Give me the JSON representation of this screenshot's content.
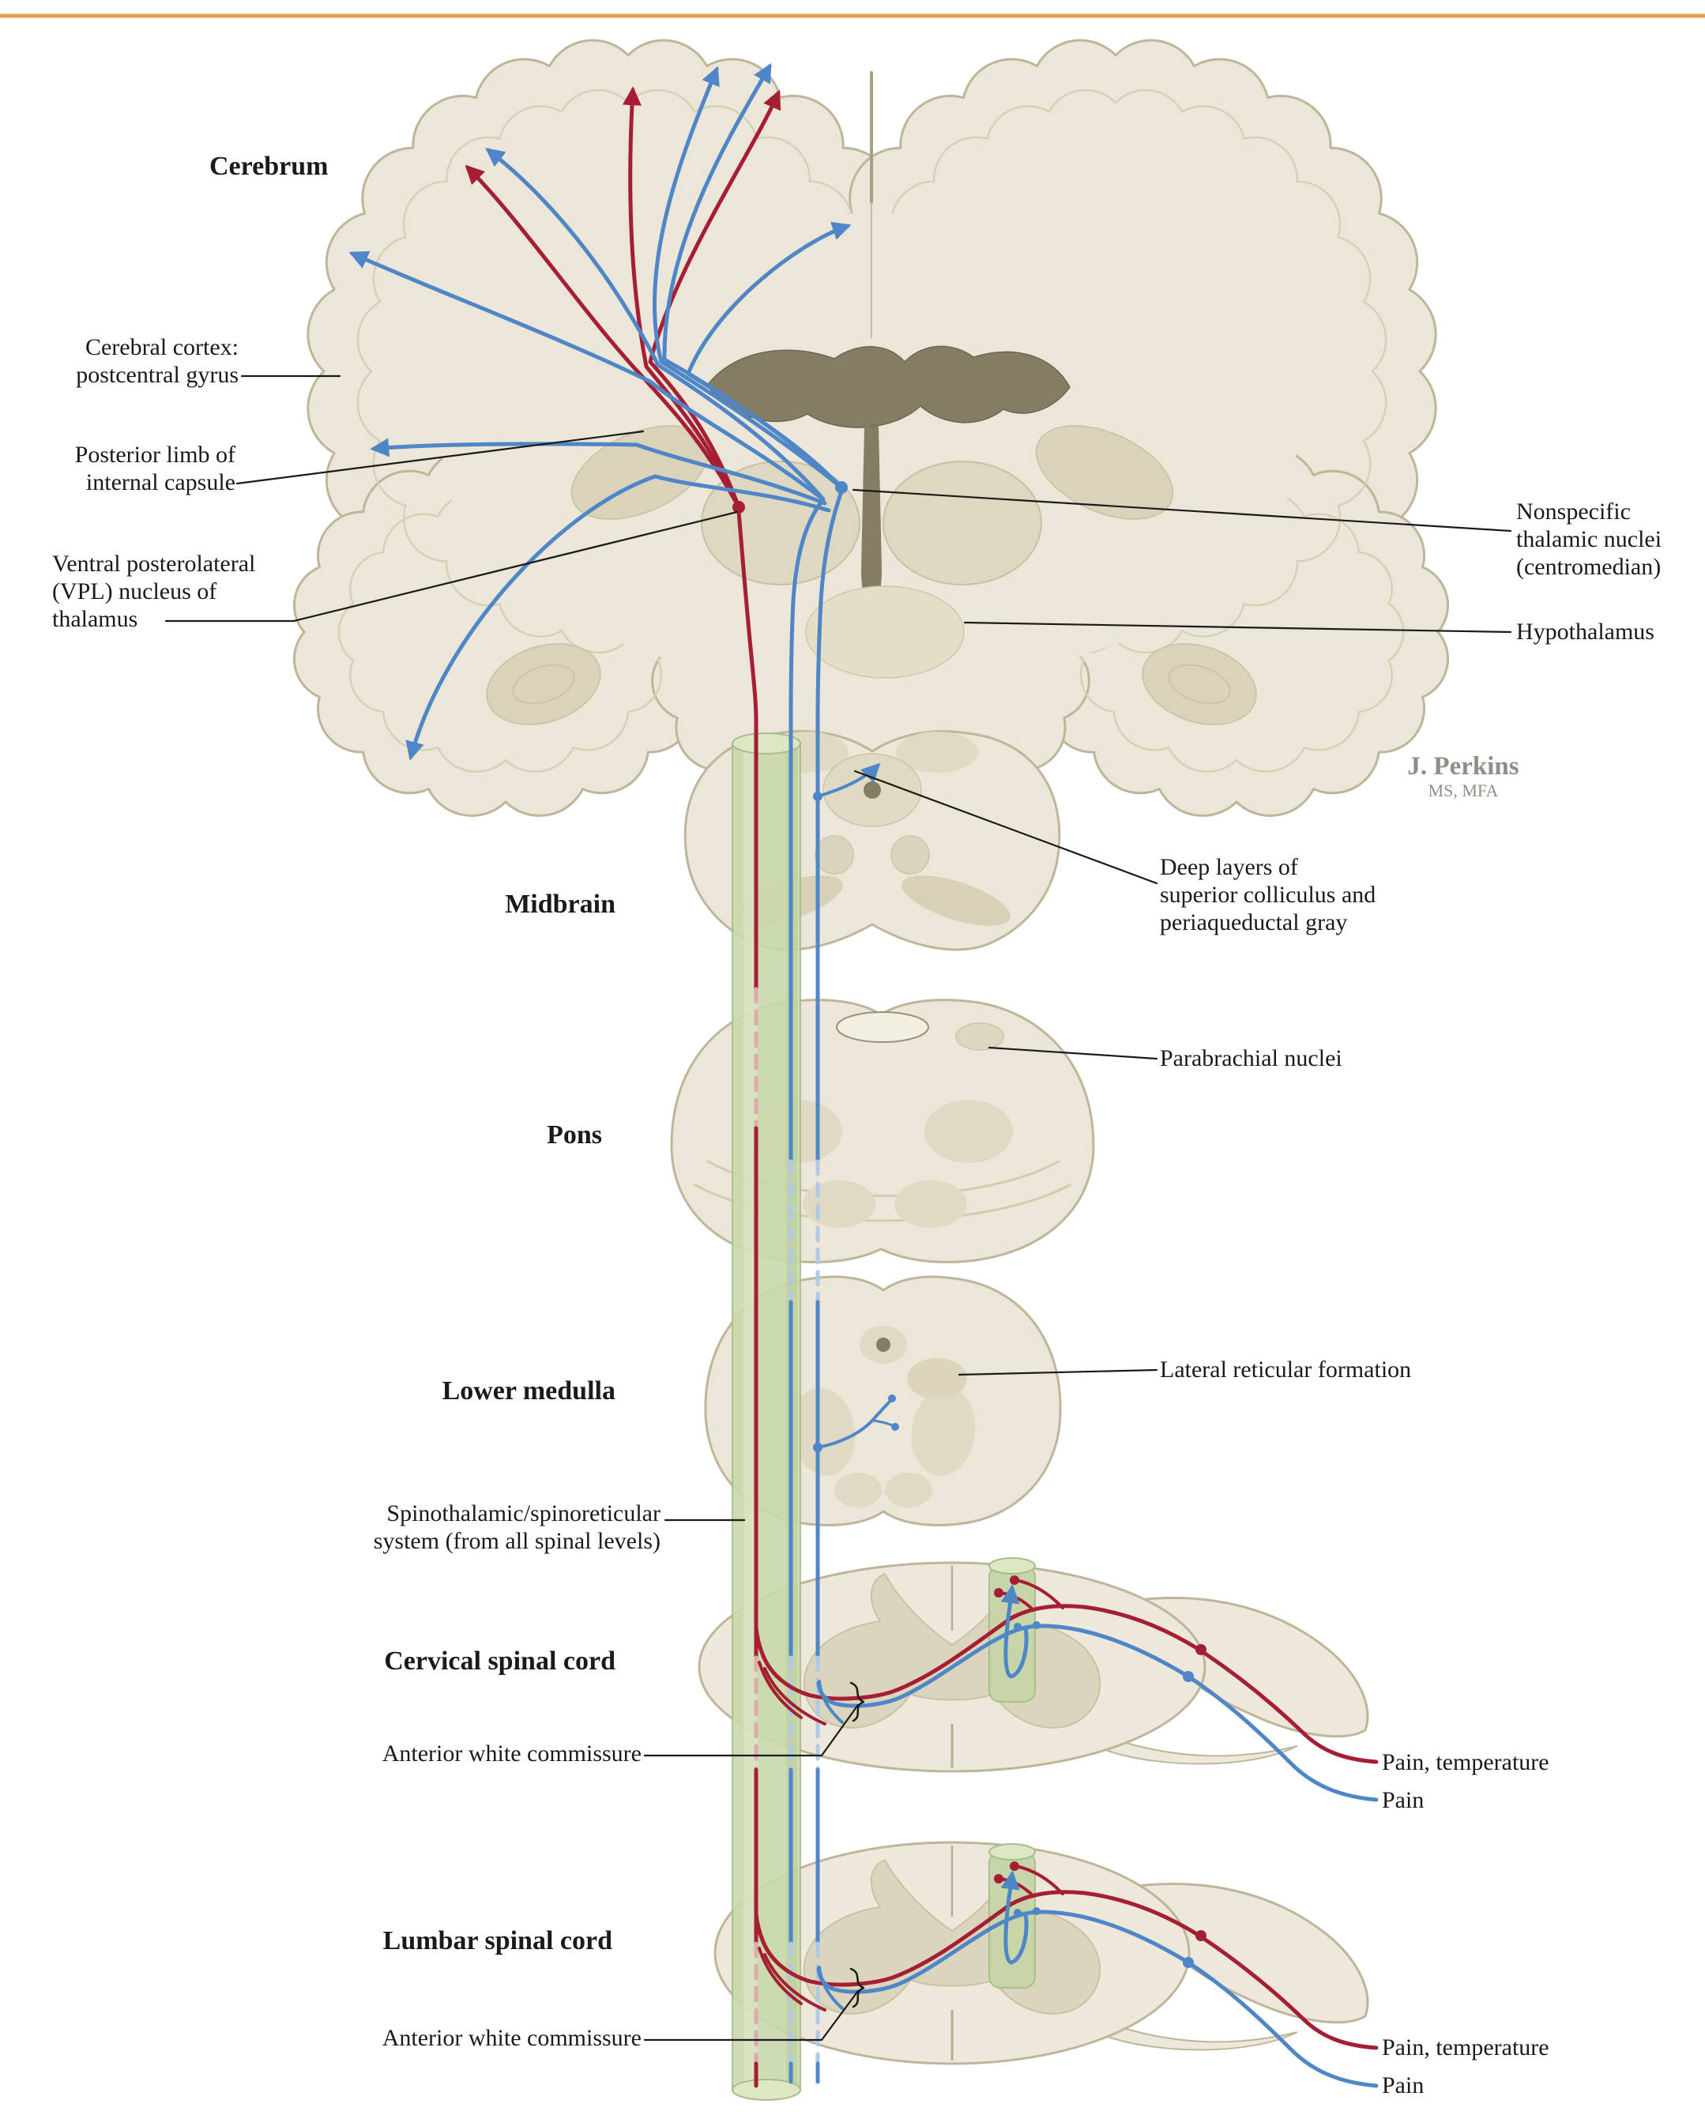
{
  "colors": {
    "top_rule": "#E8A04F",
    "pain_temp_red": "#A51E34",
    "pain_blue": "#4E86C8",
    "pale_red": "#DFA9AF",
    "pale_blue": "#AECAE6",
    "tissue": "#EBE6D7",
    "tissue_stroke": "#BEB69B",
    "tissue_deep": "#DCD5BD",
    "ventricle": "#857C64",
    "tube": "#C9D9AB",
    "tube_light": "#DCE7C4",
    "tube_stroke": "#A8BC8B",
    "leader": "#1A1A1A",
    "credit_gray": "#8F8E86"
  },
  "labels": {
    "cerebrum": "Cerebrum",
    "cerebral_cortex_1": "Cerebral cortex:",
    "cerebral_cortex_2": "postcentral gyrus",
    "posterior_limb_1": "Posterior limb of",
    "posterior_limb_2": "internal capsule",
    "vpl_1": "Ventral posterolateral",
    "vpl_2": "(VPL) nucleus of",
    "vpl_3": "thalamus",
    "nonspecific_1": "Nonspecific",
    "nonspecific_2": "thalamic nuclei",
    "nonspecific_3": "(centromedian)",
    "hypothalamus": "Hypothalamus",
    "credit_name": "J. Perkins",
    "credit_degree": "MS, MFA",
    "midbrain": "Midbrain",
    "deep_layers_1": "Deep layers of",
    "deep_layers_2": "superior colliculus and",
    "deep_layers_3": "periaqueductal gray",
    "parabrachial": "Parabrachial nuclei",
    "pons": "Pons",
    "lower_medulla": "Lower medulla",
    "lateral_reticular": "Lateral reticular formation",
    "spinothalamic_1": "Spinothalamic/spinoreticular",
    "spinothalamic_2": "system (from all spinal levels)",
    "cervical": "Cervical spinal cord",
    "anterior_white_commissure": "Anterior white commissure",
    "lumbar": "Lumbar spinal cord",
    "pain_temperature": "Pain, temperature",
    "pain": "Pain"
  },
  "legend": {
    "red_line_meaning": "Pain, temperature",
    "blue_line_meaning": "Pain"
  }
}
